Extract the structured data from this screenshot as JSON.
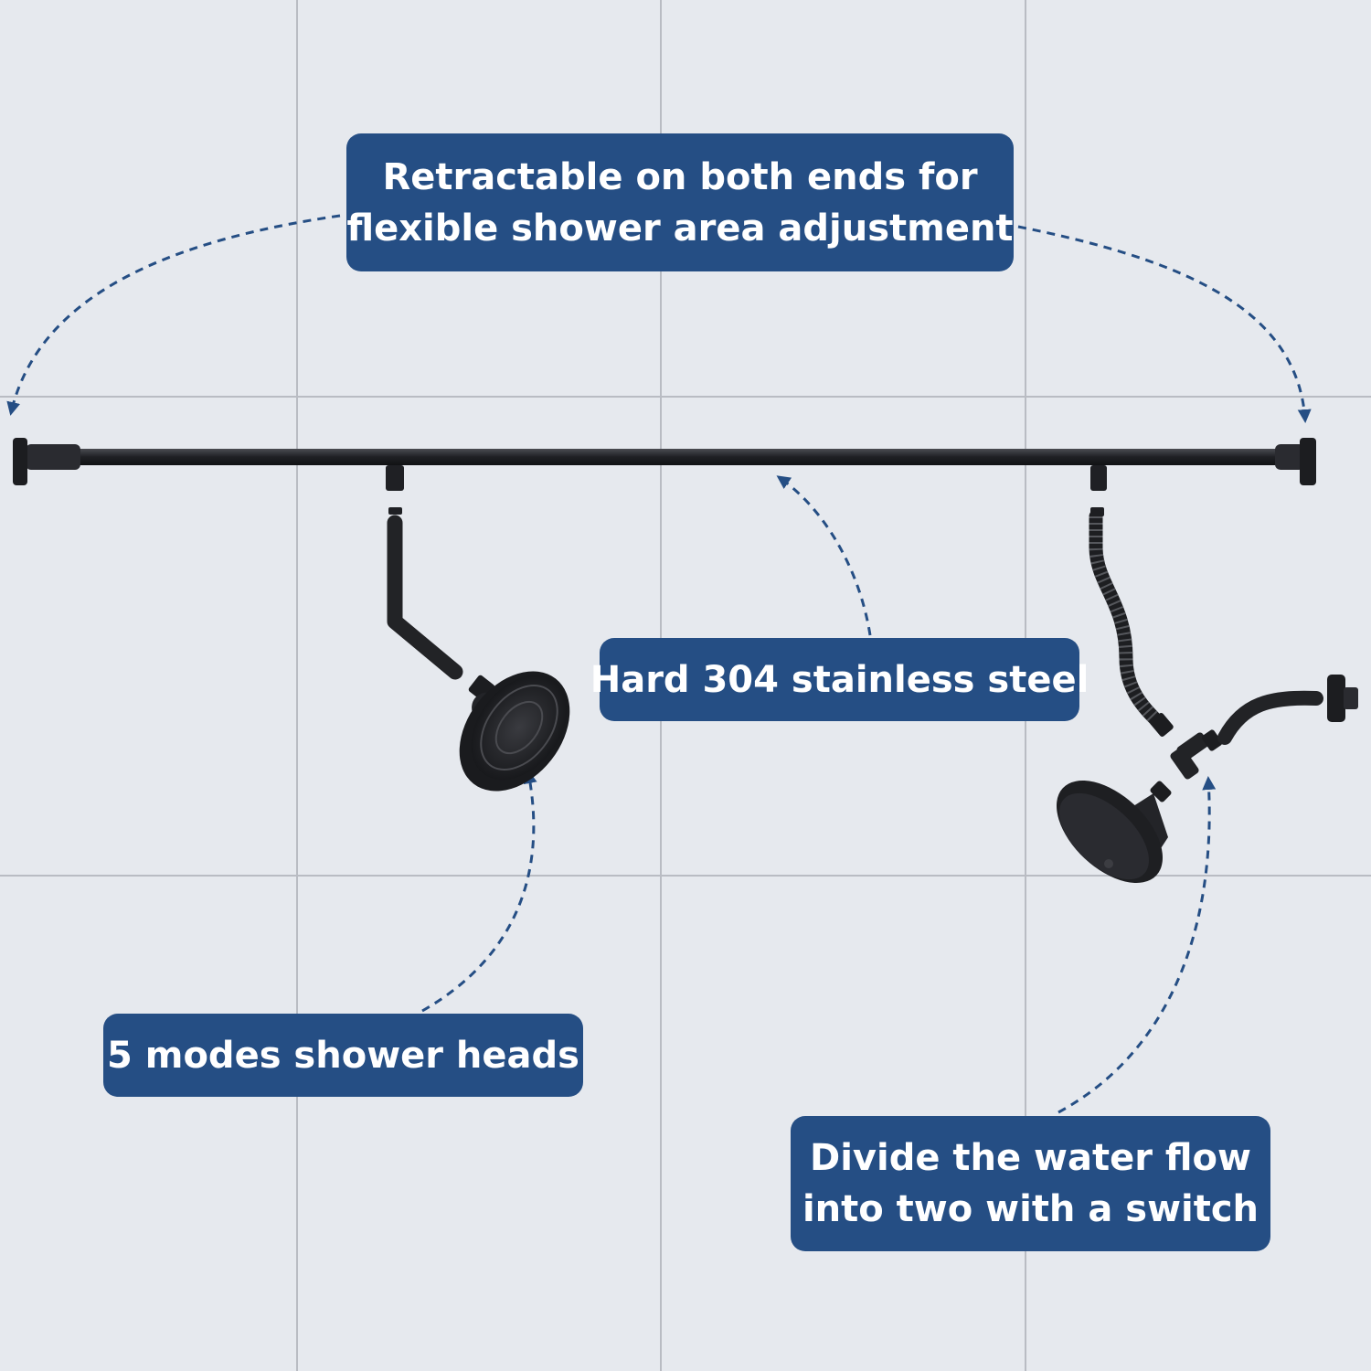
{
  "colors": {
    "background": "#e6e9ee",
    "grid_line": "#b9bcc3",
    "callout_fill": "#254e84",
    "callout_text": "#ffffff",
    "arrow": "#254e84",
    "metal": "#222326"
  },
  "callouts": {
    "retractable": {
      "line1": "Retractable on both ends for",
      "line2": "flexible shower area adjustment"
    },
    "stainless": {
      "text": "Hard 304 stainless steel"
    },
    "modes": {
      "text": "5 modes shower heads"
    },
    "divide": {
      "line1": "Divide the water flow",
      "line2": "into two with a switch"
    }
  },
  "icons": {
    "rod": "shower-rod",
    "arm_left": "shower-arm",
    "head_left": "rain-shower-head",
    "hose": "flexible-hose",
    "diverter": "tee-diverter",
    "arm_right": "wall-shower-arm",
    "head_right": "round-shower-head"
  }
}
